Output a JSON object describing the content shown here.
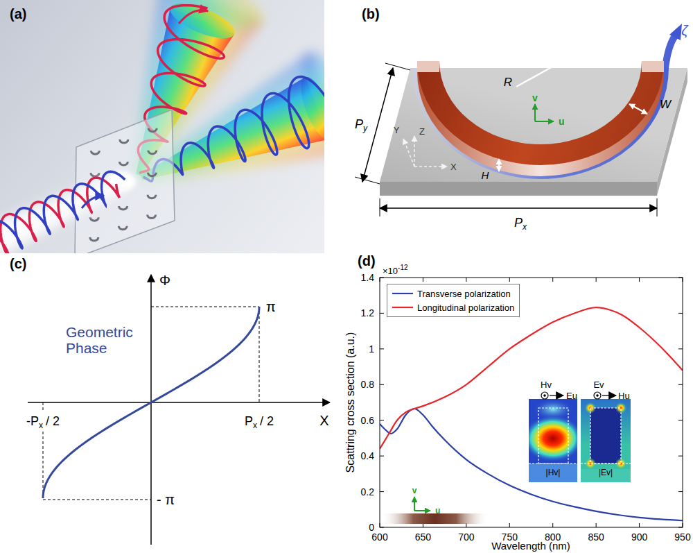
{
  "diagram": {
    "labels": [
      "(a)",
      "(b)",
      "R",
      "v",
      "u",
      "W",
      "ζ",
      "H",
      "Y",
      "Z",
      "X",
      "P",
      "y",
      "P",
      "x",
      "(c)",
      "Φ",
      "π",
      "Geometric Phase",
      "X",
      "-P",
      "x",
      "/ 2",
      "P",
      "x",
      "/ 2",
      "- π",
      "(d)",
      "×10",
      "-12",
      "Scattring cross section (a.u.)",
      "0",
      "0.2",
      "0.4",
      "0.6",
      "0.8",
      "1",
      "1.2",
      "1.4",
      "600",
      "650",
      "700",
      "750",
      "800",
      "850",
      "900",
      "950",
      "Wavelength (nm)",
      "Hv",
      "Eu",
      "Ev",
      "Hu",
      "|Hv|",
      "|Ev|",
      "v",
      "u"
    ],
    "legend": [
      {
        "text": "Transverse polarization"
      },
      {
        "text": "Longitudinal polarization"
      }
    ]
  }
}
